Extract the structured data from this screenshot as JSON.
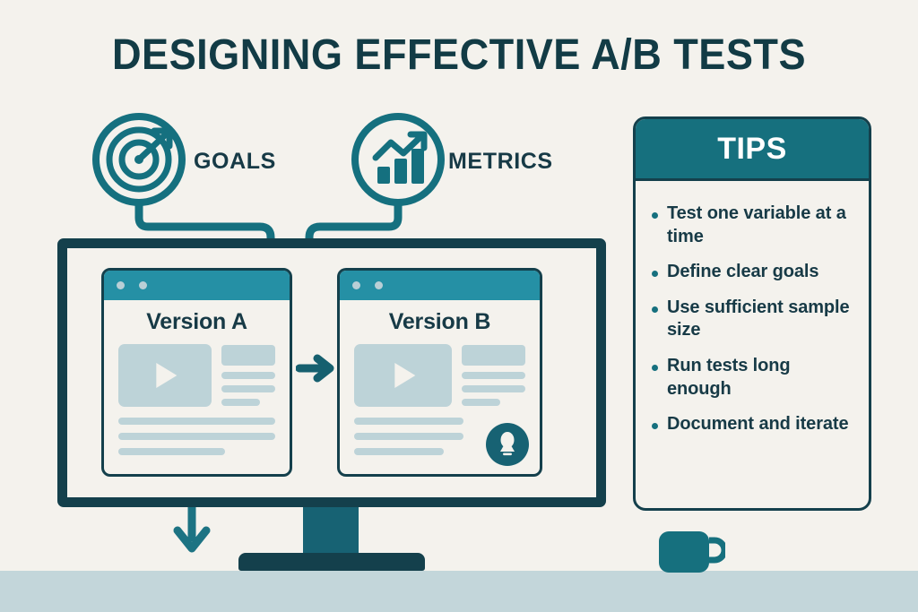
{
  "page": {
    "title": "DESIGNING EFFECTIVE A/B TESTS"
  },
  "colors": {
    "background": "#f4f2ed",
    "floor": "#c3d6da",
    "dark_teal": "#14404c",
    "teal": "#16707e",
    "teal_mid": "#176273",
    "bar_teal": "#2590a5",
    "placeholder": "#bdd3d8",
    "text_dark": "#173a46",
    "white": "#ffffff"
  },
  "nodes": [
    {
      "icon": "target-icon",
      "label": "GOALS"
    },
    {
      "icon": "bar-chart-trend-icon",
      "label": "METRICS"
    }
  ],
  "monitor": {
    "cards": [
      {
        "heading": "Version A",
        "window_dots": 2,
        "media": "video-placeholder",
        "has_badge": false
      },
      {
        "heading": "Version B",
        "window_dots": 2,
        "media": "video-placeholder",
        "has_badge": true,
        "badge_icon": "lightbulb-icon"
      }
    ],
    "flow_arrow": "arrow-right-icon"
  },
  "tips": {
    "header": "TIPS",
    "items": [
      "Test one variable at a time",
      "Define clear goals",
      "Use sufficient sample size",
      "Run tests long enough",
      "Document and iterate"
    ]
  },
  "decor": {
    "mug": "coffee-mug-icon"
  }
}
